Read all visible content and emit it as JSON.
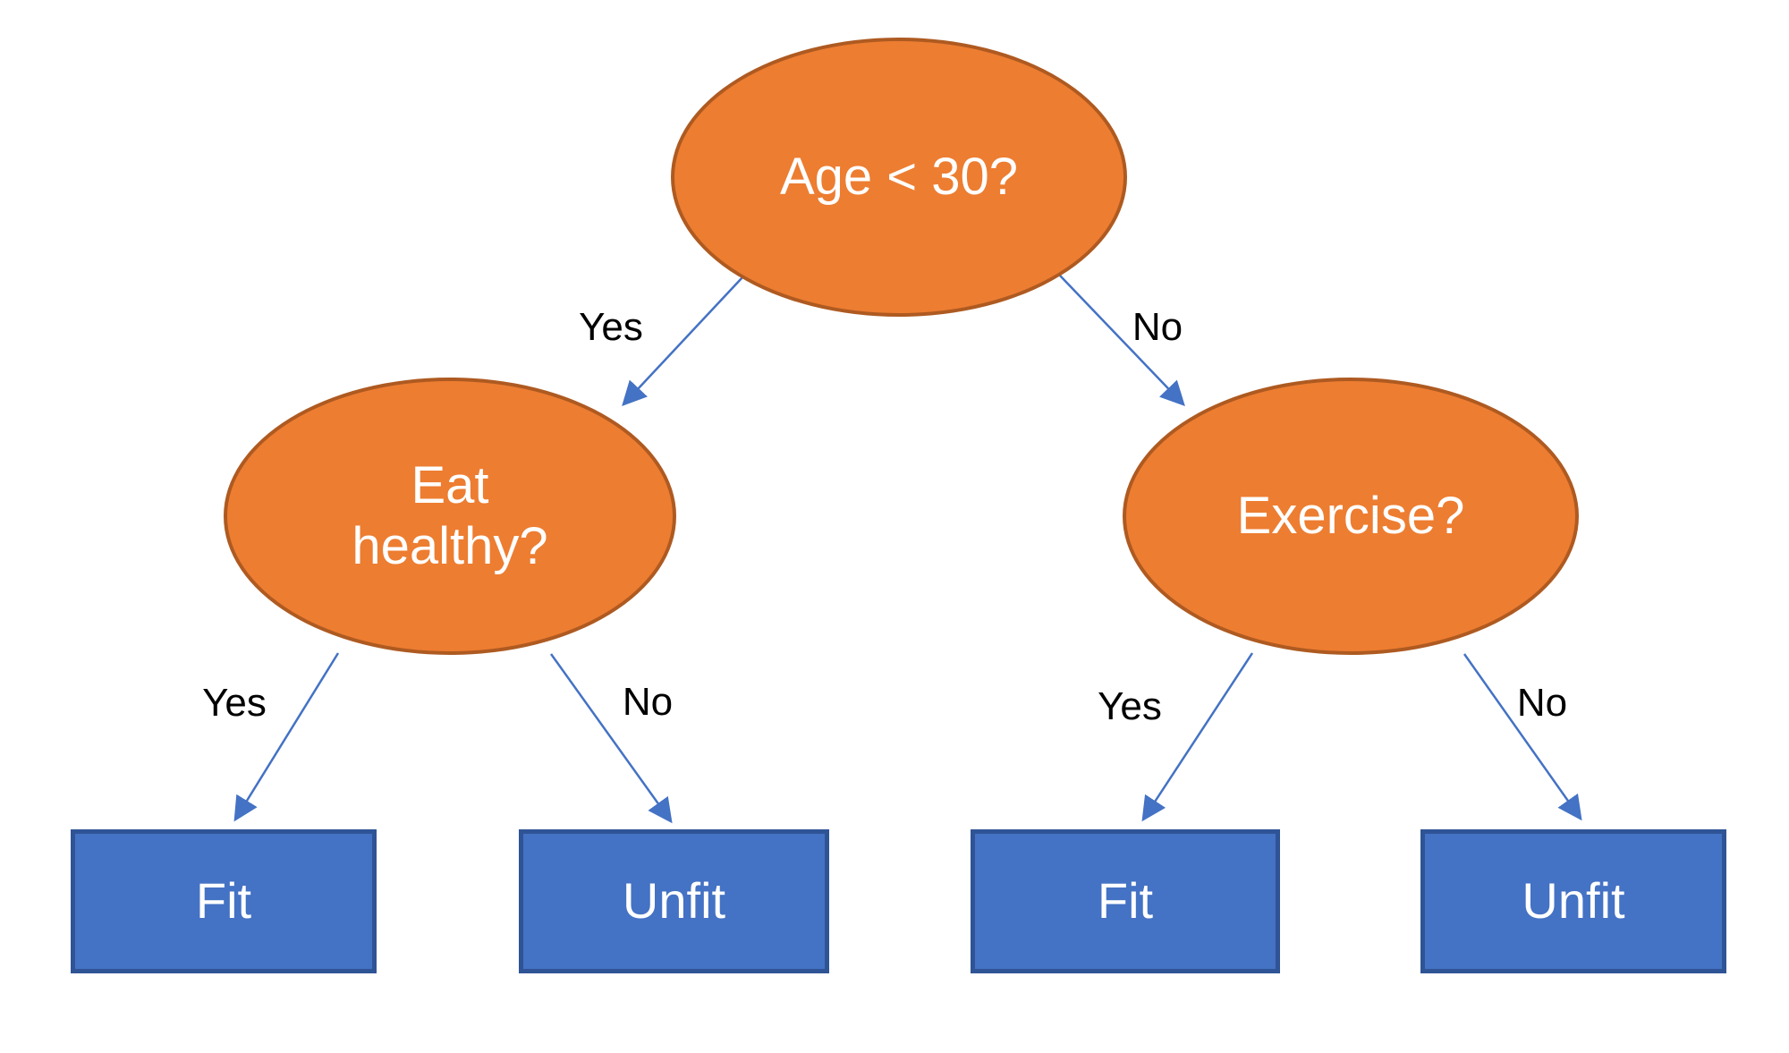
{
  "diagram": {
    "type": "decision-tree",
    "background_color": "#FFFFFF",
    "colors": {
      "decision_node_fill": "#ED7D31",
      "decision_node_border": "#AE5A21",
      "leaf_node_fill": "#4472C4",
      "leaf_node_border": "#2F5496",
      "arrow": "#4472C4",
      "node_text": "#FFFFFF",
      "edge_label_text": "#000000"
    },
    "nodes": {
      "root": {
        "label": "Age < 30?"
      },
      "left_child": {
        "label": "Eat healthy?"
      },
      "right_child": {
        "label": "Exercise?"
      }
    },
    "leaves": [
      {
        "label": "Fit"
      },
      {
        "label": "Unfit"
      },
      {
        "label": "Fit"
      },
      {
        "label": "Unfit"
      }
    ],
    "edges": [
      {
        "from": "Age < 30?",
        "to": "Eat healthy?",
        "label": "Yes"
      },
      {
        "from": "Age < 30?",
        "to": "Exercise?",
        "label": "No"
      },
      {
        "from": "Eat healthy?",
        "to": "Fit",
        "label": "Yes"
      },
      {
        "from": "Eat healthy?",
        "to": "Unfit",
        "label": "No"
      },
      {
        "from": "Exercise?",
        "to": "Fit",
        "label": "Yes"
      },
      {
        "from": "Exercise?",
        "to": "Unfit",
        "label": "No"
      }
    ]
  }
}
